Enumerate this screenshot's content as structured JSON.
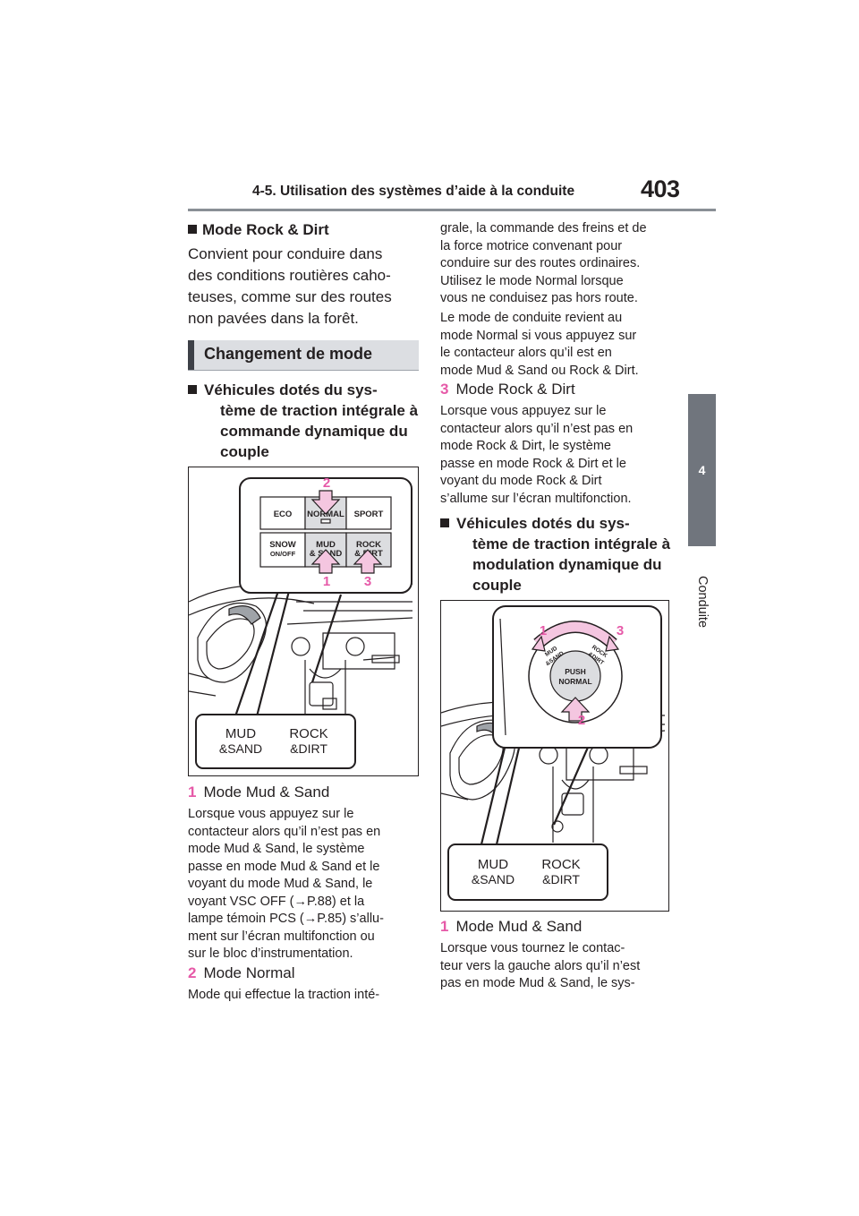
{
  "header": {
    "section_title": "4-5. Utilisation des systèmes d’aide à la conduite",
    "page_number": "403"
  },
  "side_tab": {
    "number": "4",
    "label": "Conduite"
  },
  "left_column": {
    "rock_dirt_heading": "Mode Rock & Dirt",
    "rock_dirt_lines": [
      "Convient pour conduire dans",
      "des conditions routières caho-",
      "teuses, comme sur des routes",
      "non pavées dans la forêt."
    ],
    "section_title": "Changement de mode",
    "subhead1_lines": [
      "Véhicules dotés du sys-",
      "tème de traction intégrale à",
      "commande dynamique du",
      "couple"
    ],
    "item1": {
      "num": "1",
      "label": "Mode Mud & Sand",
      "lines": [
        "Lorsque vous appuyez sur le",
        "contacteur alors qu’il n’est pas en",
        "mode Mud & Sand, le système",
        "passe en mode Mud & Sand et le",
        "voyant du mode Mud & Sand, le",
        "voyant VSC OFF (→P.88) et la",
        "lampe témoin PCS (→P.85) s’allu-",
        "ment sur l’écran multifonction ou",
        "sur le bloc d’instrumentation."
      ]
    },
    "item2": {
      "num": "2",
      "label": "Mode Normal",
      "line": "Mode qui effectue la traction inté-"
    }
  },
  "right_column": {
    "cont_lines": [
      "grale, la commande des freins et de",
      "la force motrice convenant pour",
      "conduire sur des routes ordinaires.",
      "Utilisez le mode Normal lorsque",
      "vous ne conduisez pas hors route."
    ],
    "para2_lines": [
      "Le mode de conduite revient au",
      "mode Normal si vous appuyez sur",
      "le contacteur alors qu’il est en",
      "mode Mud & Sand ou Rock & Dirt."
    ],
    "item3": {
      "num": "3",
      "label": "Mode Rock & Dirt",
      "lines": [
        "Lorsque vous appuyez sur le",
        "contacteur alors qu’il n’est pas en",
        "mode Rock & Dirt, le système",
        "passe en mode Rock & Dirt et le",
        "voyant du mode Rock & Dirt",
        "s’allume sur l’écran multifonction."
      ]
    },
    "subhead2_lines": [
      "Véhicules dotés du sys-",
      "tème de traction intégrale à",
      "modulation dynamique du",
      "couple"
    ],
    "item1b": {
      "num": "1",
      "label": "Mode Mud & Sand",
      "lines": [
        "Lorsque vous tournez le contac-",
        "teur vers la gauche alors qu’il n’est",
        "pas en mode Mud & Sand, le sys-"
      ]
    }
  },
  "figure1": {
    "buttons": [
      "ECO",
      "NORMAL",
      "SPORT",
      "SNOW",
      "ON/OFF",
      "MUD",
      "& SAND",
      "ROCK",
      "& DIRT"
    ],
    "callouts": [
      "2",
      "1",
      "3"
    ],
    "indicator_mud": [
      "MUD",
      "&SAND"
    ],
    "indicator_rock": [
      "ROCK",
      "&DIRT"
    ]
  },
  "figure2": {
    "dial_center": [
      "PUSH",
      "NORMAL"
    ],
    "dial_left": [
      "MUD",
      "&SAND"
    ],
    "dial_right": [
      "ROCK",
      "&DIRT"
    ],
    "callouts": [
      "1",
      "3",
      "2"
    ],
    "indicator_mud": [
      "MUD",
      "&SAND"
    ],
    "indicator_rock": [
      "ROCK",
      "&DIRT"
    ]
  },
  "colors": {
    "accent": "#e65aa8",
    "arrow_fill": "#f4c6e0",
    "text": "#231f20",
    "tab": "#70757d"
  }
}
